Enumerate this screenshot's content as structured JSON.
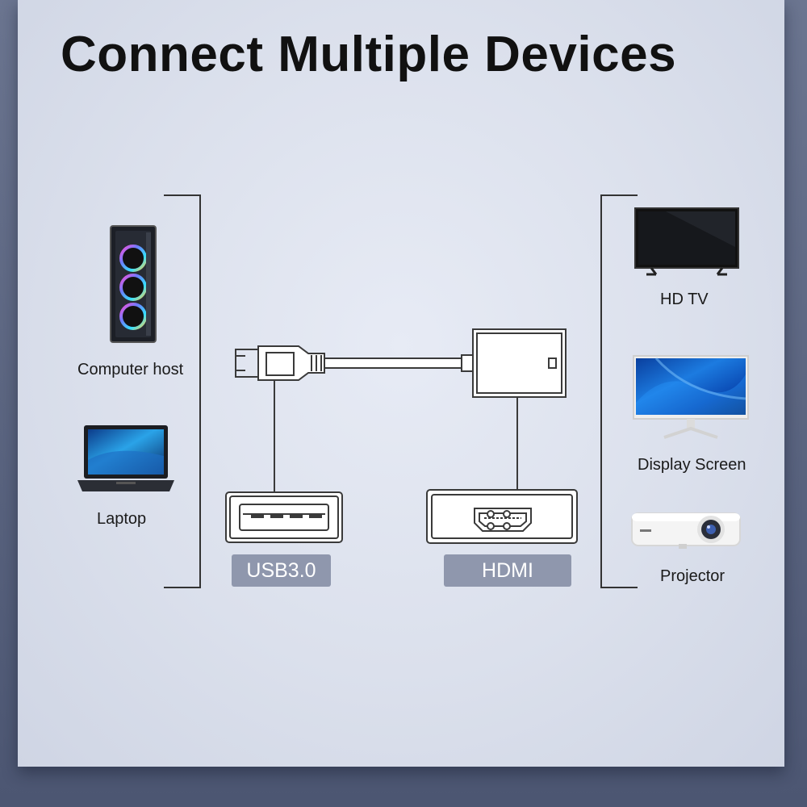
{
  "title": "Connect Multiple Devices",
  "inputs": [
    {
      "label": "Computer host",
      "icon": "desktop-tower-icon"
    },
    {
      "label": "Laptop",
      "icon": "laptop-icon"
    }
  ],
  "outputs": [
    {
      "label": "HD TV",
      "icon": "tv-icon"
    },
    {
      "label": "Display Screen",
      "icon": "monitor-icon"
    },
    {
      "label": "Projector",
      "icon": "projector-icon"
    }
  ],
  "ports": {
    "usb": "USB3.0",
    "hdmi": "HDMI"
  },
  "colors": {
    "background": "#dbe0ec",
    "badge": "#8f97ad",
    "line": "#333333"
  }
}
